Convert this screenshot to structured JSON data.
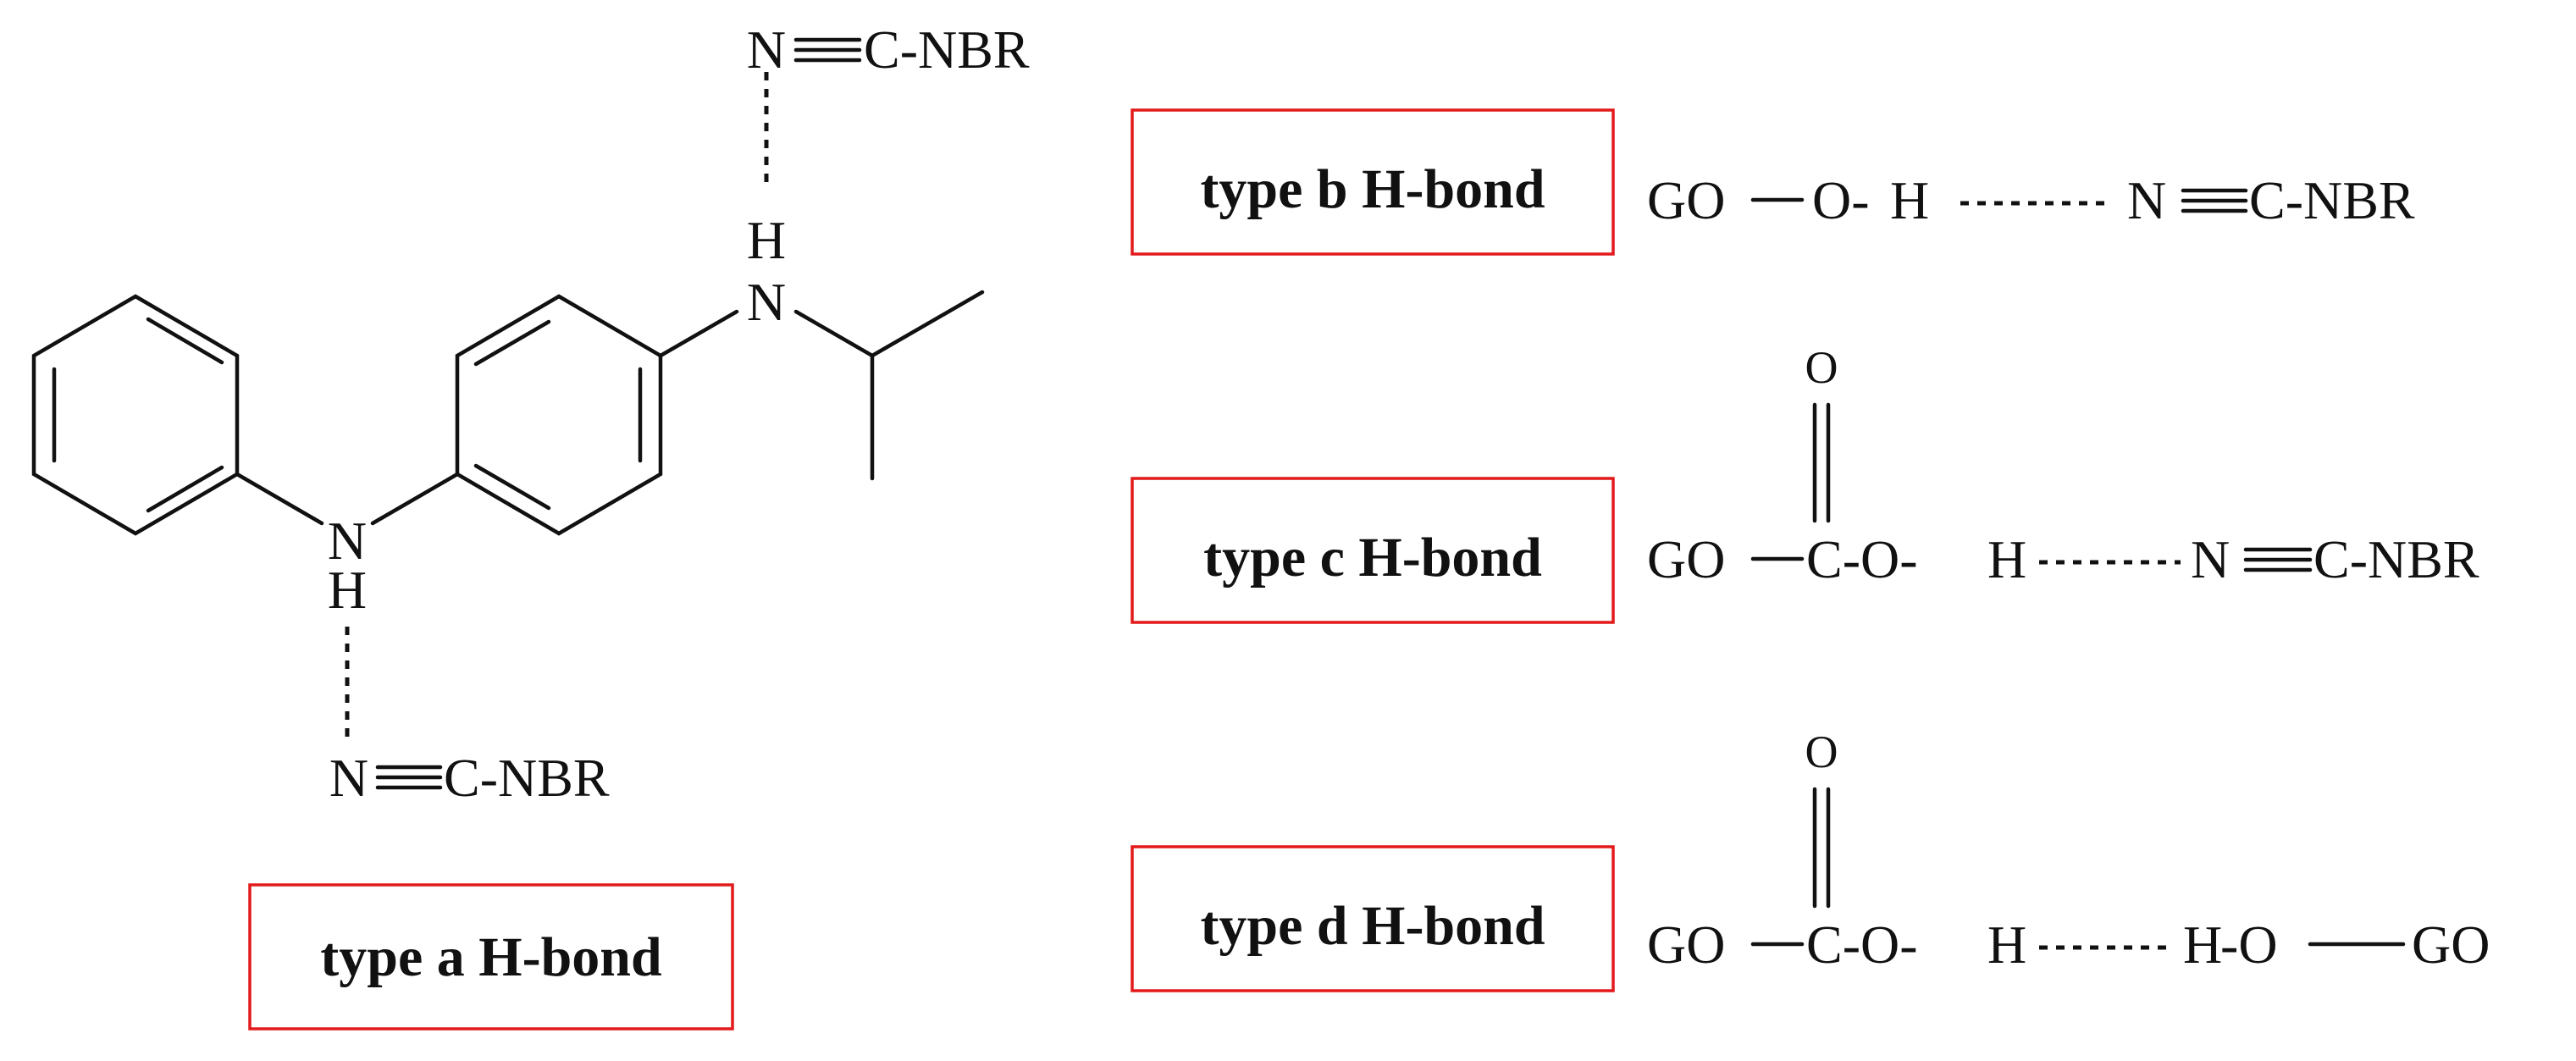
{
  "colors": {
    "type_a": "#33ddee",
    "type_b": "#22dd22",
    "type_c": "#1e22e0",
    "type_d": "#ff33ff",
    "box_border": "#e31a1c",
    "text": "#111111"
  },
  "type_a": {
    "label": "type a H-bond",
    "amine_N": "N",
    "amine_H": "H",
    "nitrile_N": "N",
    "nitrile_rest": "C-NBR"
  },
  "type_b": {
    "label": "type b H-bond",
    "go": "GO",
    "o": "O-",
    "h": "H",
    "n": "N",
    "rest": "C-NBR"
  },
  "type_c": {
    "label": "type c H-bond",
    "go": "GO",
    "carbonyl_o": "O",
    "c": "C-O-",
    "h": "H",
    "n": "N",
    "rest": "C-NBR"
  },
  "type_d": {
    "label": "type d H-bond",
    "go": "GO",
    "carbonyl_o": "O",
    "c": "C-O-",
    "h1": "H",
    "h2": "H",
    "o2": "-O",
    "go2": "GO"
  }
}
